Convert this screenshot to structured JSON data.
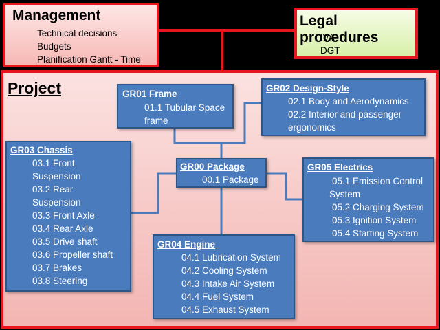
{
  "management": {
    "title": "Management",
    "items": [
      "Technical decisions",
      "Budgets",
      "Planification Gantt - Time"
    ]
  },
  "legal": {
    "title": "Legal procedures",
    "items": [
      "IVA",
      "DGT"
    ]
  },
  "project": {
    "title": "Project"
  },
  "groups": {
    "gr00": {
      "title": "GR00 Package",
      "items": [
        "00.1 Package"
      ]
    },
    "gr01": {
      "title": "GR01 Frame",
      "items": [
        "01.1 Tubular Space",
        "frame"
      ]
    },
    "gr02": {
      "title": "GR02 Design-Style",
      "items": [
        "02.1 Body and Aerodynamics",
        "02.2 Interior and passenger",
        "ergonomics"
      ]
    },
    "gr03": {
      "title": "GR03 Chassis",
      "items": [
        "03.1 Front",
        "Suspension",
        "03.2 Rear",
        "Suspension",
        "03.3 Front Axle",
        "03.4 Rear Axle",
        "03.5 Drive shaft",
        "03.6 Propeller shaft",
        "03.7 Brakes",
        "03.8 Steering"
      ]
    },
    "gr04": {
      "title": "GR04 Engine",
      "items": [
        "04.1 Lubrication System",
        "04.2 Cooling System",
        "04.3 Intake Air System",
        "04.4 Fuel System",
        "04.5 Exhaust System"
      ]
    },
    "gr05": {
      "title": "GR05 Electrics",
      "items": [
        "05.1 Emission Control",
        "System",
        "05.2 Charging System",
        "05.3 Ignition  System",
        "05.4 Starting System"
      ]
    }
  }
}
